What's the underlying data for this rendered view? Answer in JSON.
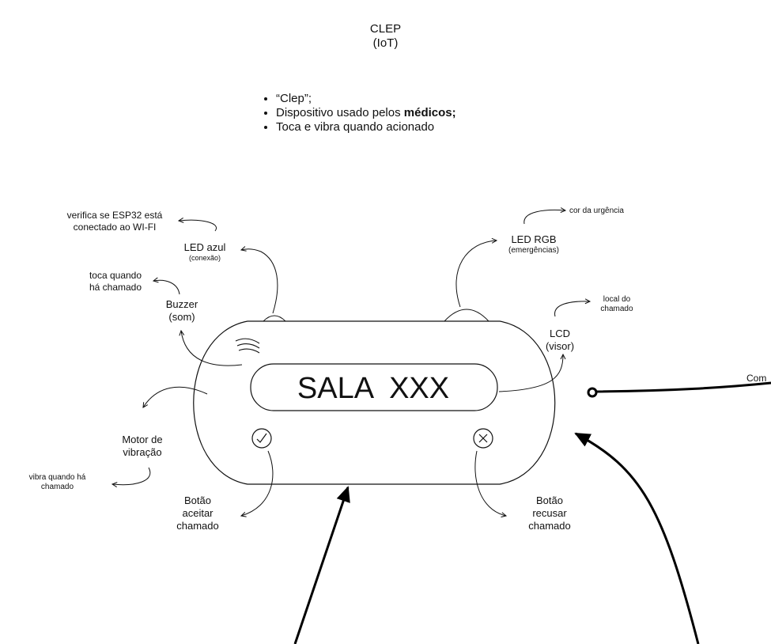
{
  "title": {
    "line1": "CLEP",
    "line2": "(IoT)"
  },
  "bullets": [
    {
      "text": "“Clep”;",
      "bold": ""
    },
    {
      "text": "Dispositivo usado pelos ",
      "bold": "médicos;"
    },
    {
      "text": "Toca e vibra quando acionado",
      "bold": ""
    }
  ],
  "device": {
    "screen_text": "SALA  XXX"
  },
  "labels": {
    "wifi_note_1": "verifica se ESP32 está",
    "wifi_note_2": "conectado ao WI-FI",
    "led_blue": "LED azul",
    "led_blue_sub": "(conexão)",
    "buzzer_note_1": "toca quando",
    "buzzer_note_2": "há chamado",
    "buzzer": "Buzzer",
    "buzzer_sub": "(som)",
    "motor_1": "Motor de",
    "motor_2": "vibração",
    "motor_note_1": "vibra quando há",
    "motor_note_2": "chamado",
    "accept_1": "Botão",
    "accept_2": "aceitar",
    "accept_3": "chamado",
    "urgency_note": "cor da urgência",
    "led_rgb": "LED RGB",
    "led_rgb_sub": "(emergências)",
    "location_note_1": "local do",
    "location_note_2": "chamado",
    "lcd": "LCD",
    "lcd_sub": "(visor)",
    "reject_1": "Botão",
    "reject_2": "recusar",
    "reject_3": "chamado",
    "edge_label": "Com"
  },
  "icons": {
    "accept": "check-circle-icon",
    "reject": "x-circle-icon",
    "sound": "sound-waves-icon"
  }
}
